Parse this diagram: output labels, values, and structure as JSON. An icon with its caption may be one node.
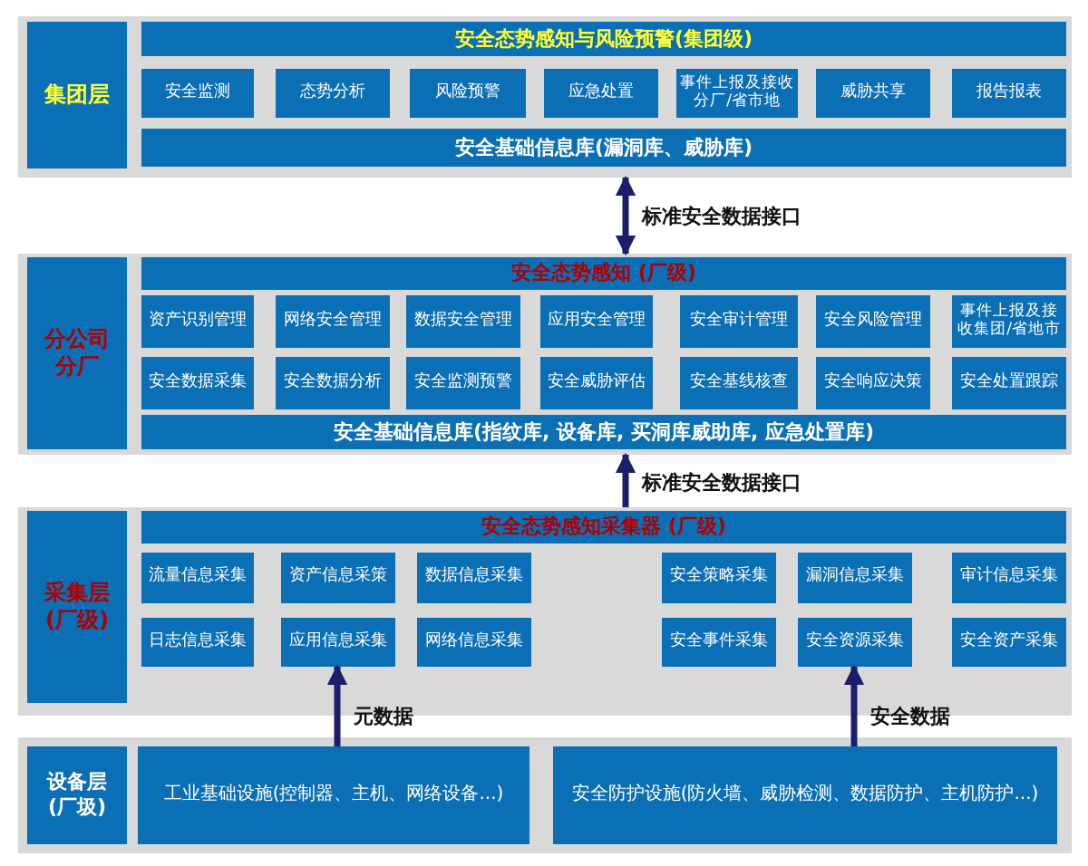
{
  "diagram": {
    "nodes": [
      {
        "text": [],
        "shape": "box"
      },
      {
        "text": [
          "集团层"
        ],
        "in": 0
      },
      {
        "text": [
          "安全态势感知与风险预警(集团级)"
        ],
        "in": 0
      },
      {
        "text": [
          "安全监测"
        ],
        "in": 0
      },
      {
        "text": [
          "态势分析"
        ],
        "in": 0
      },
      {
        "text": [
          "风险预警"
        ],
        "in": 0
      },
      {
        "text": [
          "应急处置"
        ],
        "in": 0
      },
      {
        "text": [
          "事件上报及接收分厂/省市地"
        ],
        "in": 0
      },
      {
        "text": [
          "威胁共享"
        ],
        "in": 0
      },
      {
        "text": [
          "报告报表"
        ],
        "in": 0
      },
      {
        "text": [
          "安全基础信息库(漏洞库、威胁库)"
        ],
        "in": 0
      },
      {
        "text": [],
        "shape": "box"
      },
      {
        "text": [
          "分公司分厂"
        ],
        "in": 11
      },
      {
        "text": [
          "安全态势感知 (厂级)"
        ],
        "in": 11
      },
      {
        "text": [
          "资产识别管理"
        ],
        "in": 11
      },
      {
        "text": [
          "网络安全管理"
        ],
        "in": 11
      },
      {
        "text": [
          "数据安全管理"
        ],
        "in": 11
      },
      {
        "text": [
          "应用安全管理"
        ],
        "in": 11
      },
      {
        "text": [
          "安全审计管理"
        ],
        "in": 11
      },
      {
        "text": [
          "安全风险管理"
        ],
        "in": 11
      },
      {
        "text": [
          "事件上报及接收集团/省地市"
        ],
        "in": 11
      },
      {
        "text": [
          "安全数据采集"
        ],
        "in": 11
      },
      {
        "text": [
          "安全数据分析"
        ],
        "in": 11
      },
      {
        "text": [
          "安全监测预警"
        ],
        "in": 11
      },
      {
        "text": [
          "安全威胁评估"
        ],
        "in": 11
      },
      {
        "text": [
          "安全基线核查"
        ],
        "in": 11
      },
      {
        "text": [
          "安全响应决策"
        ],
        "in": 11
      },
      {
        "text": [
          "安全处置跟踪"
        ],
        "in": 11
      },
      {
        "text": [
          "安全基础信息库(指纹库, 设备库, 买洞库威助库, 应急处置库)"
        ],
        "in": 11
      },
      {
        "text": [],
        "shape": "box"
      },
      {
        "text": [
          "采集层(厂级)"
        ],
        "in": 29
      },
      {
        "text": [
          "安全态势感知采集器 (厂级)"
        ],
        "in": 29
      },
      {
        "text": [
          "流量信息采集"
        ],
        "in": 29
      },
      {
        "text": [
          "资产信息采策"
        ],
        "in": 29
      },
      {
        "text": [
          "数据信息采集"
        ],
        "in": 29
      },
      {
        "text": [
          "安全策略采集"
        ],
        "in": 29
      },
      {
        "text": [
          "漏洞信息采集"
        ],
        "in": 29
      },
      {
        "text": [
          "审计信息采集"
        ],
        "in": 29
      },
      {
        "text": [
          "日志信息采集"
        ],
        "in": 29
      },
      {
        "text": [
          "应用信息采集"
        ],
        "in": 29
      },
      {
        "text": [
          "网络信息采集"
        ],
        "in": 29
      },
      {
        "text": [
          "安全事件采集"
        ],
        "in": 29
      },
      {
        "text": [
          "安全资源采集"
        ],
        "in": 29
      },
      {
        "text": [
          "安全资产采集"
        ],
        "in": 29
      },
      {
        "text": [],
        "shape": "box"
      },
      {
        "text": [
          "设备层(厂圾)"
        ],
        "in": 44
      },
      {
        "text": [
          "工业基础设施(控制器、主机、网络设备...)"
        ],
        "in": 44
      },
      {
        "text": [
          "安全防护设施(防火墙、威胁检测、数据防护、主机防护...)"
        ],
        "in": 44
      }
    ],
    "edges": [
      {
        "from": 11,
        "to": 0,
        "arrow": "both",
        "label": "标准安全数据接口"
      },
      {
        "from": 29,
        "to": 11,
        "arrow": "to",
        "label": "标准安全数据接口"
      },
      {
        "from": 46,
        "to": 39,
        "arrow": "to",
        "label": "元数据"
      },
      {
        "from": 47,
        "to": 42,
        "arrow": "to",
        "label": "安全数据"
      }
    ]
  }
}
